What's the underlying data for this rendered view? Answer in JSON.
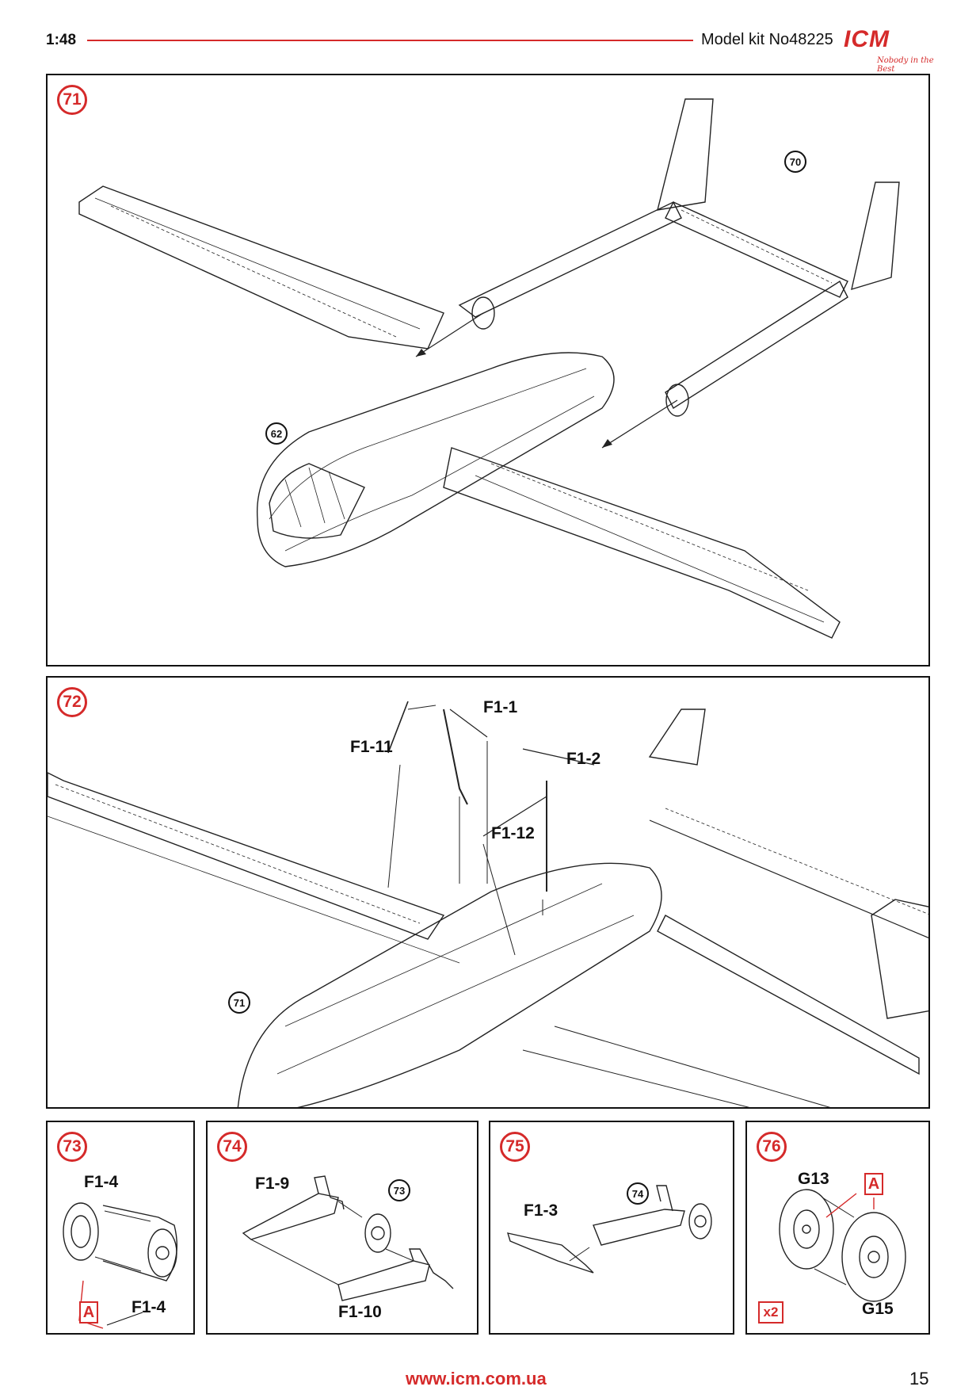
{
  "header": {
    "scale": "1:48",
    "model_kit": "Model kit No48225",
    "logo_text": "ICM",
    "logo_tagline": "Nobody in the Best"
  },
  "steps": {
    "s71": {
      "number": "71",
      "ref_a": "70",
      "ref_b": "62"
    },
    "s72": {
      "number": "72",
      "ref": "71",
      "parts": {
        "f1_1": "F1-1",
        "f1_11": "F1-11",
        "f1_2": "F1-2",
        "f1_12": "F1-12"
      }
    },
    "s73": {
      "number": "73",
      "parts": {
        "top": "F1-4",
        "bottom": "F1-4"
      },
      "marker": "A"
    },
    "s74": {
      "number": "74",
      "ref": "73",
      "parts": {
        "f1_9": "F1-9",
        "f1_10": "F1-10"
      }
    },
    "s75": {
      "number": "75",
      "ref": "74",
      "parts": {
        "f1_3": "F1-3"
      }
    },
    "s76": {
      "number": "76",
      "parts": {
        "g13": "G13",
        "g15": "G15"
      },
      "marker": "A",
      "multiplier": "x2"
    }
  },
  "footer": {
    "url": "www.icm.com.ua",
    "page": "15"
  },
  "colors": {
    "accent": "#d52a2a",
    "line": "#111111"
  }
}
